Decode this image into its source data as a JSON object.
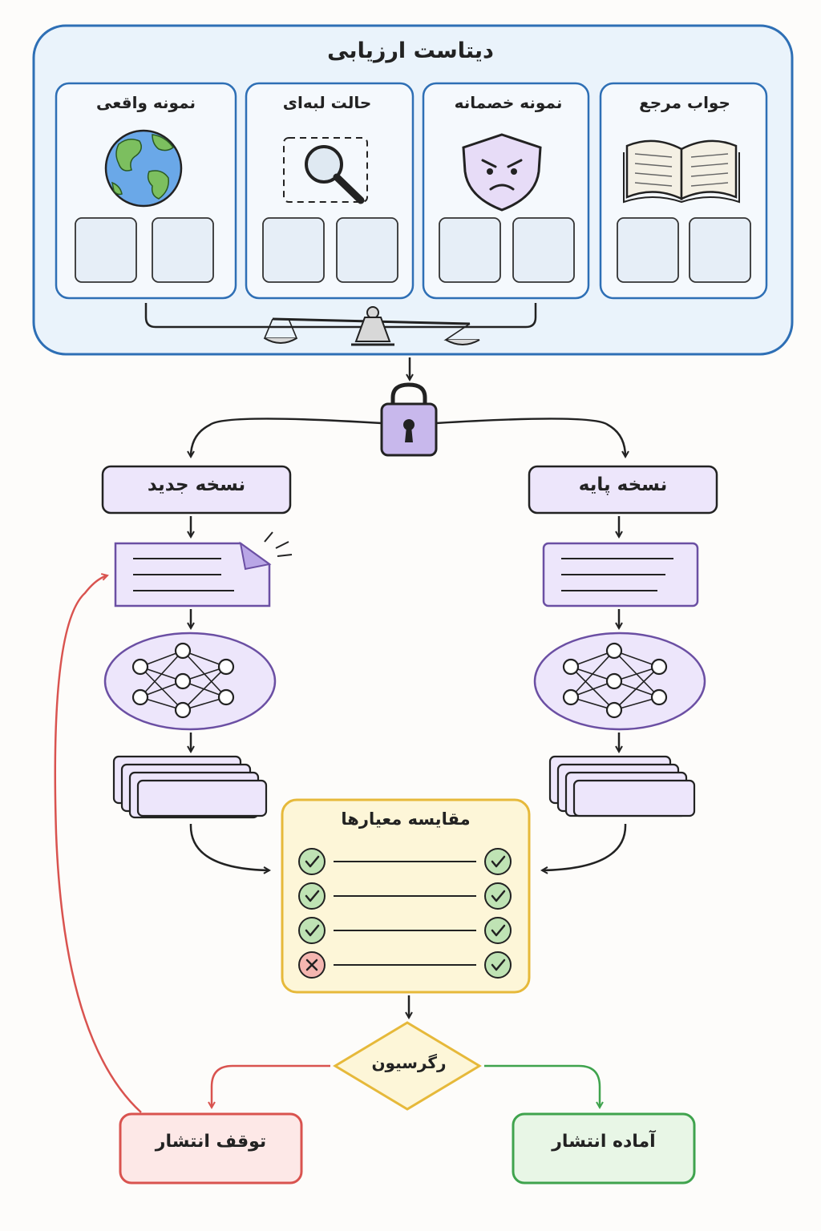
{
  "dataset": {
    "title": "دیتاست ارزیابی",
    "categories": [
      {
        "label": "نمونه واقعی",
        "icon": "globe-icon"
      },
      {
        "label": "حالت لبه‌ای",
        "icon": "magnifier-icon"
      },
      {
        "label": "نمونه خصمانه",
        "icon": "angry-shield-icon"
      },
      {
        "label": "جواب مرجع",
        "icon": "open-book-icon"
      }
    ],
    "balance_icon": "balance-scale-icon"
  },
  "lock_icon": "padlock-icon",
  "pipelines": {
    "new_label": "نسخه جدید",
    "base_label": "نسخه پایه",
    "prompt_icon": "document-icon",
    "model_icon": "neural-network-icon",
    "outputs_icon": "stacked-outputs-icon"
  },
  "compare": {
    "title": "مقایسه معیارها",
    "rows": [
      {
        "left": "pass",
        "right": "pass"
      },
      {
        "left": "pass",
        "right": "pass"
      },
      {
        "left": "pass",
        "right": "pass"
      },
      {
        "left": "fail",
        "right": "pass"
      }
    ]
  },
  "decision": {
    "label": "رگرسیون"
  },
  "outcomes": {
    "stop": "توقف انتشار",
    "ready": "آماده انتشار"
  },
  "colors": {
    "dataset_border": "#2e6fb5",
    "dataset_fill": "#eaf3fb",
    "purple_fill": "#ede6fb",
    "purple_border": "#6b4fa3",
    "compare_fill": "#fdf6d8",
    "compare_border": "#e6b93a",
    "pass": "#3f9b4a",
    "fail": "#d9534f",
    "stop_border": "#d9534f",
    "ready_border": "#3fa34d"
  }
}
